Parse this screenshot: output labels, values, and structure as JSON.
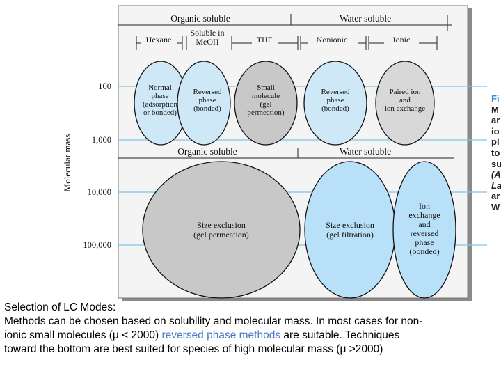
{
  "header": {
    "top_left": "Organic soluble",
    "top_right": "Water soluble",
    "middle_left": "Organic soluble",
    "middle_right": "Water soluble"
  },
  "solvents": [
    "Hexane",
    "Soluble in MeOH",
    "THF",
    "Nonionic",
    "Ionic"
  ],
  "axis": {
    "label": "Molecular mass",
    "ticks": [
      "100",
      "1,000",
      "10,000",
      "100,000"
    ]
  },
  "modes_top": [
    {
      "lines": [
        "Normal",
        "phase",
        "(adsorption",
        "or bonded)"
      ]
    },
    {
      "lines": [
        "Reversed",
        "phase",
        "(bonded)"
      ]
    },
    {
      "lines": [
        "Small",
        "molecule",
        "(gel",
        "permeation)"
      ]
    },
    {
      "lines": [
        "Reversed",
        "phase",
        "(bonded)"
      ]
    },
    {
      "lines": [
        "Paired ion",
        "and",
        "ion exchange"
      ]
    }
  ],
  "modes_bottom": [
    {
      "lines": [
        "Size exclusion",
        "(gel permeation)"
      ]
    },
    {
      "lines": [
        "Size exclusion",
        "(gel filtration)"
      ]
    },
    {
      "lines": [
        "Ion",
        "exchange",
        "and",
        "reversed",
        "phase",
        "(bonded)"
      ]
    }
  ],
  "side_fragment": [
    "Fi",
    "M",
    "ar",
    "io",
    "pl",
    "to",
    "su",
    "(A",
    "La",
    "ar",
    "W"
  ],
  "caption": {
    "line1": "Selection of LC Modes:",
    "line2": "Methods can be chosen  based on solubility and molecular mass. In most cases for non-",
    "line3_a": "ionic small molecules (",
    "mu": "μ",
    "line3_b": " < 2000) ",
    "line3_hl": "reversed phase methods",
    "line3_c": " are suitable. Techniques",
    "line4_a": "toward the bottom are best suited for species of high molecular mass (",
    "line4_b": " >2000)"
  },
  "colors": {
    "light_blue": "#cfe8f8",
    "mid_blue": "#b8e0f8",
    "gray": "#c8c8c8",
    "guide_line": "#7fc4e8"
  }
}
